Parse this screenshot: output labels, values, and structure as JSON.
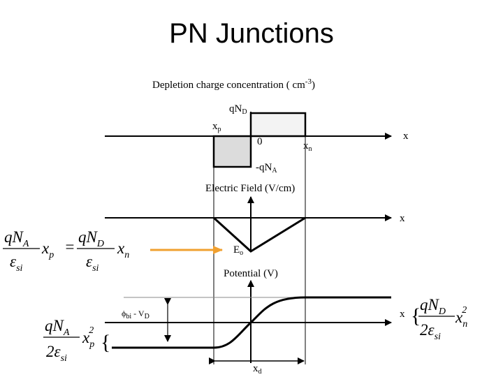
{
  "title": "PN Junctions",
  "colors": {
    "arrow": "#f0a030",
    "p_region": "#dcdcdc",
    "n_region": "#f3f3f3"
  },
  "charge_panel": {
    "heading": "Depletion charge concentration ( cm",
    "heading_sup": "-3",
    "heading_close": ")",
    "qnd": "qN",
    "qnd_sub": "D",
    "xp": "x",
    "xp_sub": "p",
    "zero": "0",
    "xn": "x",
    "xn_sub": "n",
    "qna": "-qN",
    "qna_sub": "A",
    "axis": "x"
  },
  "field_panel": {
    "heading": "Electric Field (V/cm)",
    "e0": "E",
    "e0_sub": "o",
    "axis": "x"
  },
  "potential_panel": {
    "heading": "Potential (V)",
    "phi_label": "ϕ",
    "phi_sub": "bi",
    "phi_rest": " - V",
    "phi_rest_sub": "D",
    "axis": "x",
    "xd": "x",
    "xd_sub": "d"
  },
  "equations": {
    "left_num1": "qN",
    "left_num1_sub": "A",
    "left_den1": "ε",
    "left_den1_sub": "si",
    "xp": "x",
    "xp_sub": "p",
    "equals": "=",
    "right_num": "qN",
    "right_num_sub": "D",
    "right_den": "ε",
    "right_den_sub": "si",
    "xn": "x",
    "xn_sub": "n",
    "bottom_num": "qN",
    "bottom_num_sub": "A",
    "bottom_den": "2ε",
    "bottom_den_sub": "si",
    "bottom_x": "x",
    "bottom_x_sub": "p",
    "bottom_x_sup": "2",
    "side_num": "qN",
    "side_num_sub": "D",
    "side_den": "2ε",
    "side_den_sub": "si",
    "side_x": "x",
    "side_x_sub": "n",
    "side_x_sup": "2",
    "brace": "{"
  }
}
